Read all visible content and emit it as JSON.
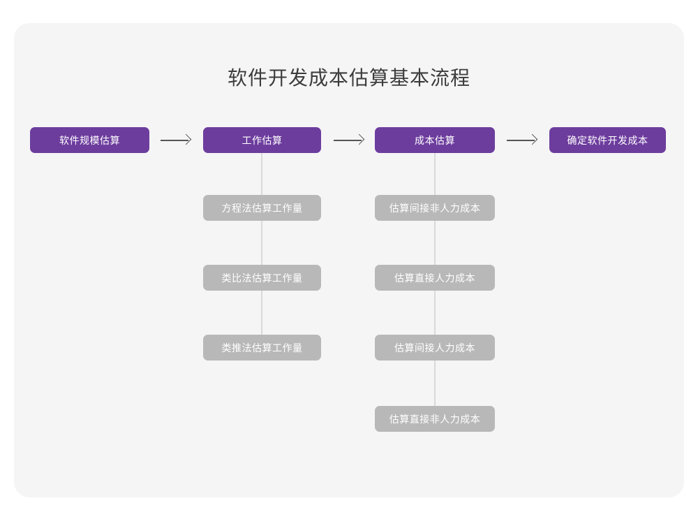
{
  "diagram": {
    "title": "软件开发成本估算基本流程",
    "colors": {
      "canvas_background": "#ffffff",
      "card_background": "#f5f5f6",
      "primary_node": "#6d3d9e",
      "secondary_node": "#b8b8b8",
      "node_text": "#ffffff",
      "title_text": "#3c3c3c",
      "arrow": "#555555",
      "connector_line": "#d9d9d9"
    },
    "main_flow": [
      {
        "label": "软件规模估算"
      },
      {
        "label": "工作估算"
      },
      {
        "label": "成本估算"
      },
      {
        "label": "确定软件开发成本"
      }
    ],
    "arrows": [
      {
        "glyph": "arrow-right"
      },
      {
        "glyph": "arrow-right"
      },
      {
        "glyph": "arrow-right"
      }
    ],
    "branch_work_estimation": [
      {
        "label": "方程法估算工作量"
      },
      {
        "label": "类比法估算工作量"
      },
      {
        "label": "类推法估算工作量"
      }
    ],
    "branch_cost_estimation": [
      {
        "label": "估算间接非人力成本"
      },
      {
        "label": "估算直接人力成本"
      },
      {
        "label": "估算间接人力成本"
      },
      {
        "label": "估算直接非人力成本"
      }
    ]
  }
}
